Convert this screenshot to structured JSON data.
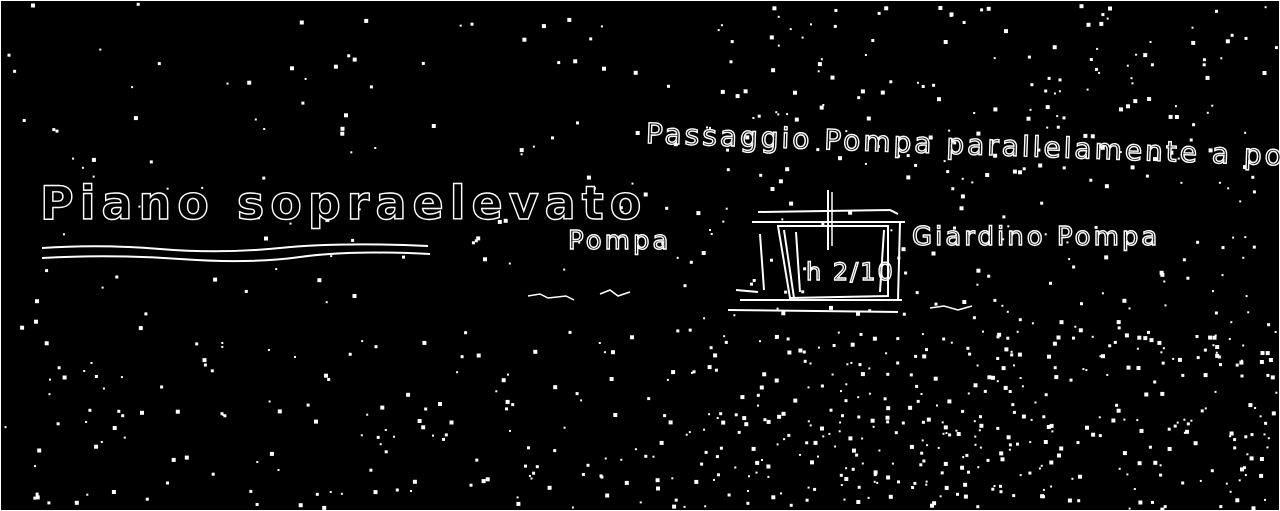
{
  "diagram": {
    "title": "Piano sopraelevato",
    "top_note": "Passaggio Pompa parallelamente a ponteggio",
    "left_label": "Pompa",
    "right_label": "Giardino Pompa",
    "box_label": "h 2/10"
  },
  "colors": {
    "background": "#000000",
    "ink": "#ffffff"
  }
}
